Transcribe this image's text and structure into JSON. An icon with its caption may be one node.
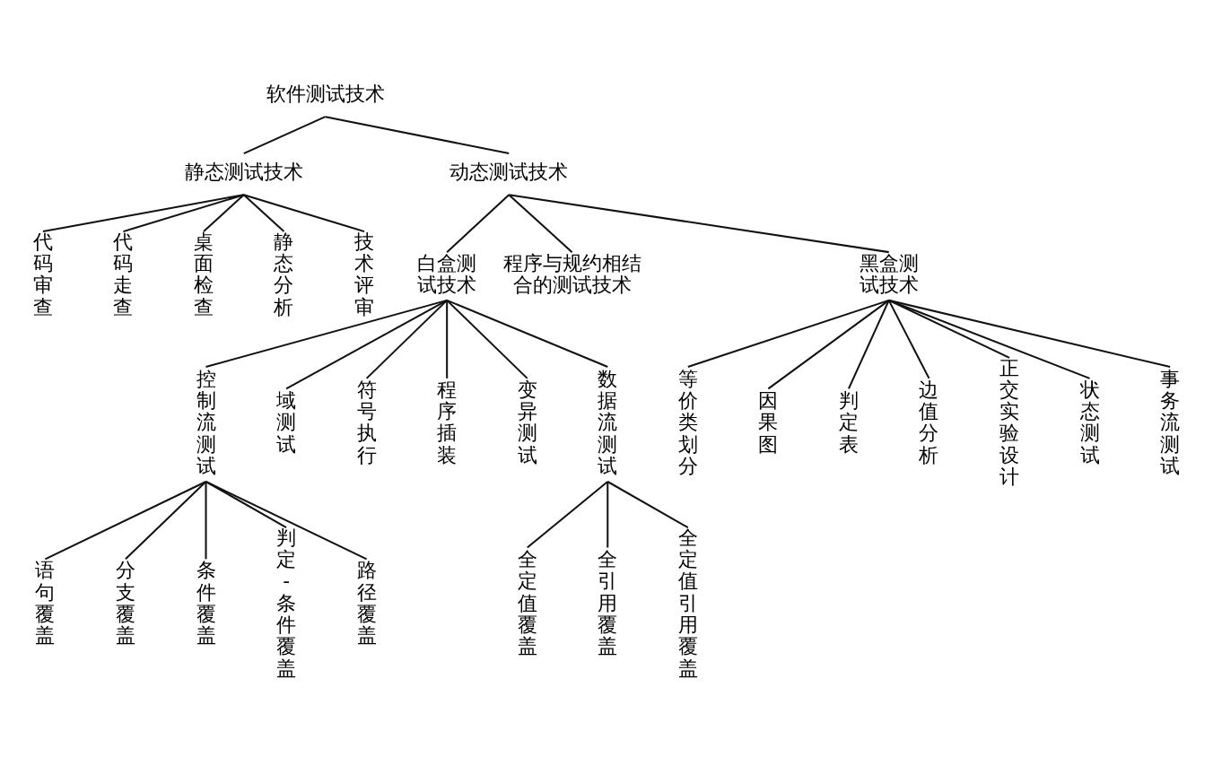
{
  "diagram": {
    "nodes": [
      {
        "text": [
          "软件测试技术"
        ]
      },
      {
        "text": [
          "静态测试技术"
        ]
      },
      {
        "text": [
          "动态测试技术"
        ]
      },
      {
        "text": [
          "代码审查"
        ]
      },
      {
        "text": [
          "代码走查"
        ]
      },
      {
        "text": [
          "桌面检查"
        ]
      },
      {
        "text": [
          "静态分析"
        ]
      },
      {
        "text": [
          "技术评审"
        ]
      },
      {
        "text": [
          "白盒测试技术"
        ]
      },
      {
        "text": [
          "程序与规约相结合的测试技术"
        ]
      },
      {
        "text": [
          "黑盒测试技术"
        ]
      },
      {
        "text": [
          "控制流测试"
        ]
      },
      {
        "text": [
          "域测试"
        ]
      },
      {
        "text": [
          "符号执行"
        ]
      },
      {
        "text": [
          "程序插装"
        ]
      },
      {
        "text": [
          "变异测试"
        ]
      },
      {
        "text": [
          "数据流测试"
        ]
      },
      {
        "text": [
          "等价类划分"
        ]
      },
      {
        "text": [
          "因果图"
        ]
      },
      {
        "text": [
          "判定表"
        ]
      },
      {
        "text": [
          "边值分析"
        ]
      },
      {
        "text": [
          "正交实验设计"
        ]
      },
      {
        "text": [
          "状态测试"
        ]
      },
      {
        "text": [
          "事务流测试"
        ]
      },
      {
        "text": [
          "语句覆盖"
        ]
      },
      {
        "text": [
          "分支覆盖"
        ]
      },
      {
        "text": [
          "条件覆盖"
        ]
      },
      {
        "text": [
          "判定-条件覆盖"
        ]
      },
      {
        "text": [
          "路径覆盖"
        ]
      },
      {
        "text": [
          "全定值覆盖"
        ]
      },
      {
        "text": [
          "全引用覆盖"
        ]
      },
      {
        "text": [
          "全定值引用覆盖"
        ]
      }
    ],
    "edges": [
      {
        "from": 0,
        "to": 1,
        "arrow": "none"
      },
      {
        "from": 0,
        "to": 2,
        "arrow": "none"
      },
      {
        "from": 1,
        "to": 3,
        "arrow": "none"
      },
      {
        "from": 1,
        "to": 4,
        "arrow": "none"
      },
      {
        "from": 1,
        "to": 5,
        "arrow": "none"
      },
      {
        "from": 1,
        "to": 6,
        "arrow": "none"
      },
      {
        "from": 1,
        "to": 7,
        "arrow": "none"
      },
      {
        "from": 2,
        "to": 8,
        "arrow": "none"
      },
      {
        "from": 2,
        "to": 9,
        "arrow": "none"
      },
      {
        "from": 2,
        "to": 10,
        "arrow": "none"
      },
      {
        "from": 8,
        "to": 11,
        "arrow": "none"
      },
      {
        "from": 8,
        "to": 12,
        "arrow": "none"
      },
      {
        "from": 8,
        "to": 13,
        "arrow": "none"
      },
      {
        "from": 8,
        "to": 14,
        "arrow": "none"
      },
      {
        "from": 8,
        "to": 15,
        "arrow": "none"
      },
      {
        "from": 8,
        "to": 16,
        "arrow": "none"
      },
      {
        "from": 10,
        "to": 17,
        "arrow": "none"
      },
      {
        "from": 10,
        "to": 18,
        "arrow": "none"
      },
      {
        "from": 10,
        "to": 19,
        "arrow": "none"
      },
      {
        "from": 10,
        "to": 20,
        "arrow": "none"
      },
      {
        "from": 10,
        "to": 21,
        "arrow": "none"
      },
      {
        "from": 10,
        "to": 22,
        "arrow": "none"
      },
      {
        "from": 10,
        "to": 23,
        "arrow": "none"
      },
      {
        "from": 11,
        "to": 24,
        "arrow": "none"
      },
      {
        "from": 11,
        "to": 25,
        "arrow": "none"
      },
      {
        "from": 11,
        "to": 26,
        "arrow": "none"
      },
      {
        "from": 11,
        "to": 27,
        "arrow": "none"
      },
      {
        "from": 11,
        "to": 28,
        "arrow": "none"
      },
      {
        "from": 16,
        "to": 29,
        "arrow": "none"
      },
      {
        "from": 16,
        "to": 30,
        "arrow": "none"
      },
      {
        "from": 16,
        "to": 31,
        "arrow": "none"
      }
    ]
  }
}
